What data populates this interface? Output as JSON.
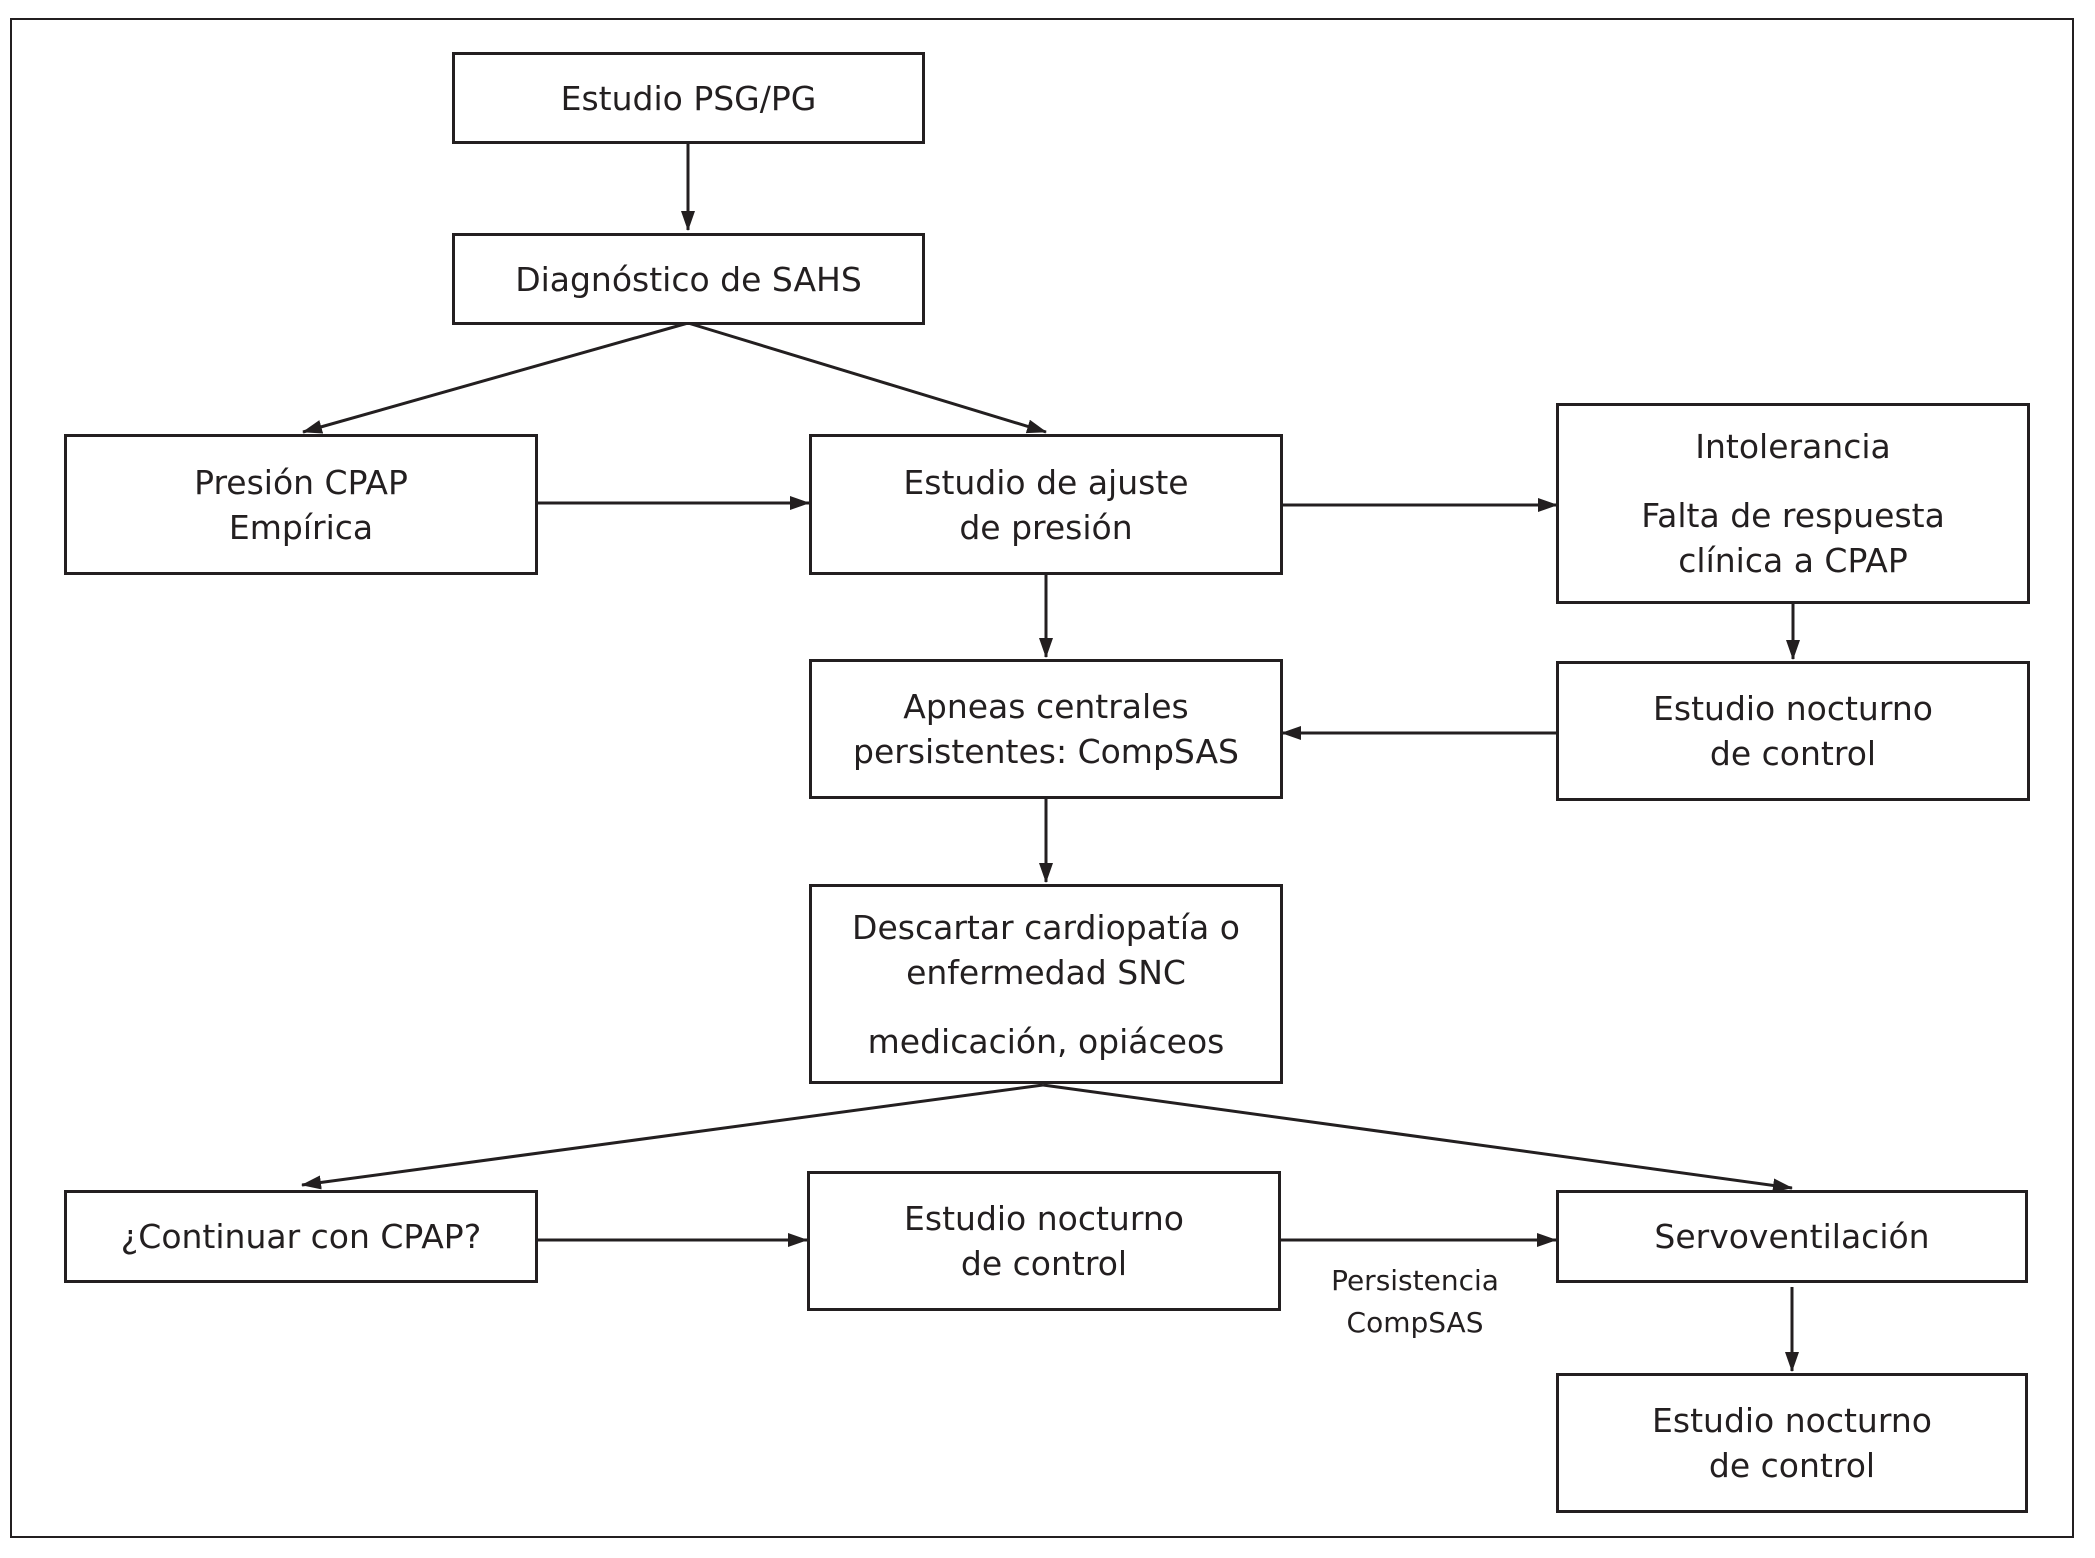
{
  "nodes": {
    "psg": {
      "lines": [
        "Estudio PSG/PG"
      ]
    },
    "diagnostico": {
      "lines": [
        "Diagnóstico de SAHS"
      ]
    },
    "cpap_empirica": {
      "lines": [
        "Presión CPAP",
        "Empírica"
      ]
    },
    "ajuste": {
      "lines": [
        "Estudio de ajuste",
        "de presión"
      ]
    },
    "intolerancia": {
      "line1": "Intolerancia",
      "line2": "Falta de respuesta",
      "line3": "clínica a CPAP"
    },
    "apneas": {
      "lines": [
        "Apneas centrales",
        "persistentes: CompSAS"
      ]
    },
    "control_1": {
      "lines": [
        "Estudio nocturno",
        "de control"
      ]
    },
    "descartar": {
      "line1": "Descartar cardiopatía o",
      "line2": "enfermedad SNC",
      "line3": "medicación, opiáceos"
    },
    "continuar": {
      "lines": [
        "¿Continuar con CPAP?"
      ]
    },
    "control_2": {
      "lines": [
        "Estudio nocturno",
        "de control"
      ]
    },
    "servo": {
      "lines": [
        "Servoventilación"
      ]
    },
    "control_3": {
      "lines": [
        "Estudio nocturno",
        "de control"
      ]
    }
  },
  "edge_labels": {
    "persistencia": [
      "Persistencia",
      "CompSAS"
    ]
  }
}
